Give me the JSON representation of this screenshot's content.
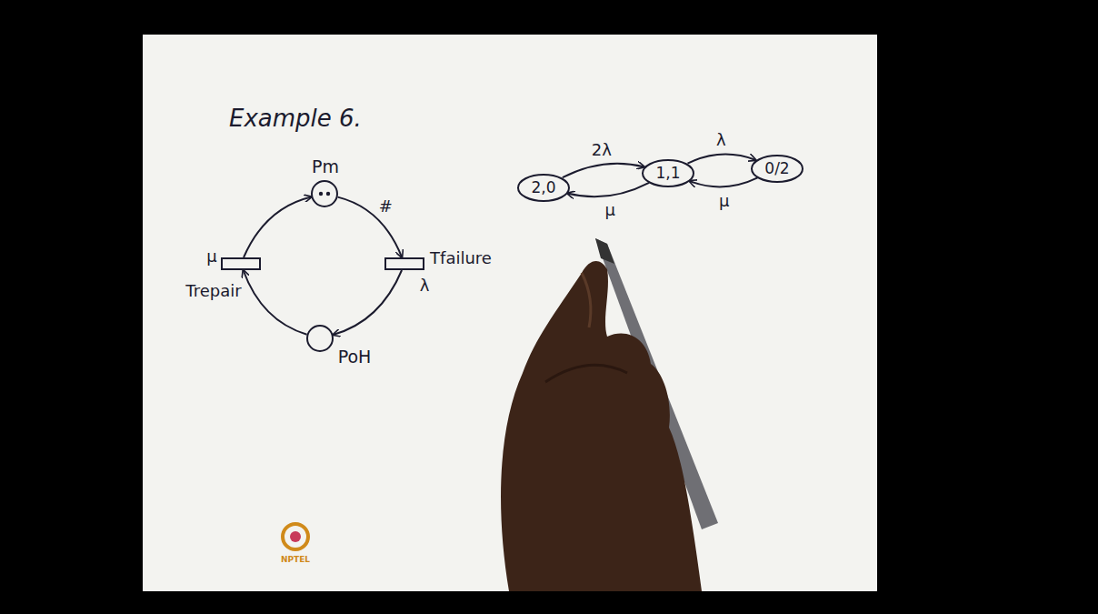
{
  "diagram": {
    "title": "Example 6.",
    "nodes": [
      {
        "text": [
          "Pm"
        ]
      },
      {
        "text": [
          "μ",
          "Trepair"
        ]
      },
      {
        "text": [
          "Tfailure",
          "λ"
        ]
      },
      {
        "text": [
          "PoH"
        ]
      },
      {
        "text": [
          "2,0"
        ]
      },
      {
        "text": [
          "1,1"
        ]
      },
      {
        "text": [
          "0/2"
        ]
      }
    ],
    "edges": [
      {
        "from": 1,
        "to": 0,
        "arrow": "to"
      },
      {
        "from": 0,
        "to": 2,
        "label": "#",
        "arrow": "to"
      },
      {
        "from": 2,
        "to": 3,
        "arrow": "to"
      },
      {
        "from": 3,
        "to": 1,
        "arrow": "to"
      },
      {
        "from": 4,
        "to": 5,
        "label": "2λ",
        "arrow": "to"
      },
      {
        "from": 5,
        "to": 4,
        "label": "μ",
        "arrow": "to"
      },
      {
        "from": 5,
        "to": 6,
        "label": "λ",
        "arrow": "to"
      },
      {
        "from": 6,
        "to": 5,
        "label": "μ",
        "arrow": "to"
      }
    ],
    "labels": [
      "NPTEL"
    ]
  }
}
